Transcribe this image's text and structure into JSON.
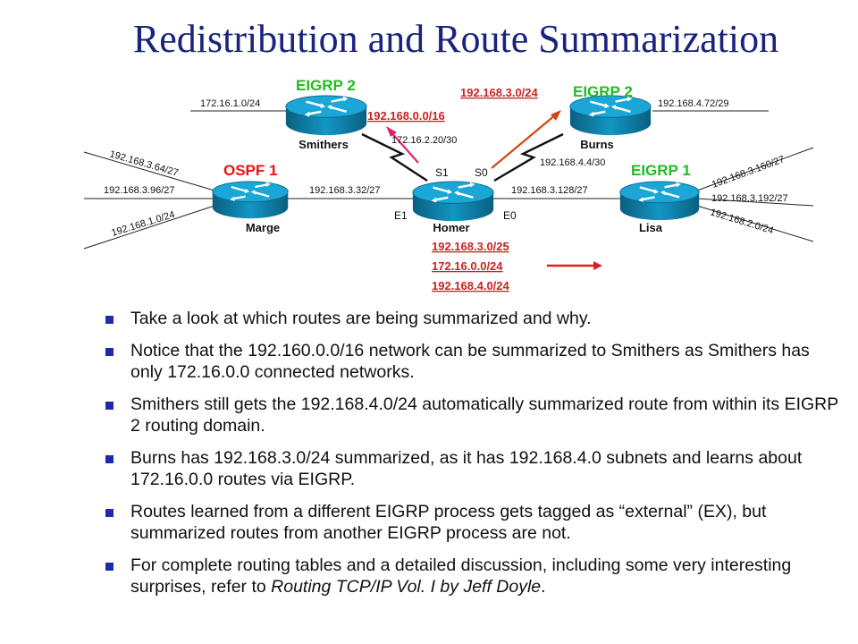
{
  "title": "Redistribution and Route Summarization",
  "routers": {
    "smithers": {
      "name": "Smithers",
      "domain": "EIGRP 2"
    },
    "burns": {
      "name": "Burns",
      "domain": "EIGRP 2"
    },
    "marge": {
      "name": "Marge",
      "domain": "OSPF 1"
    },
    "homer": {
      "name": "Homer"
    },
    "lisa": {
      "name": "Lisa",
      "domain": "EIGRP 1"
    }
  },
  "interfaces": {
    "s1": "S1",
    "s0": "S0",
    "e1": "E1",
    "e0": "E0"
  },
  "links": {
    "smithers_lan": "172.16.1.0/24",
    "smithers_wan": "172.16.2.20/30",
    "burns_lan": "192.168.4.72/29",
    "burns_wan": "192.168.4.4/30",
    "marge_lan1": "192.168.3.64/27",
    "marge_lan2": "192.168.3.96/27",
    "marge_lan3": "192.168.1.0/24",
    "marge_homer": "192.168.3.32/27",
    "homer_lisa": "192.168.3.128/27",
    "lisa_lan1": "192.168.3.160/27",
    "lisa_lan2": "192.168.3.192/27",
    "lisa_lan3": "192.168.2.0/24"
  },
  "summaries": {
    "to_smithers": "192.168.0.0/16",
    "to_burns": "192.168.3.0/24",
    "to_lisa": [
      "192.168.3.0/25",
      "172.16.0.0/24",
      "192.168.4.0/24"
    ]
  },
  "colors": {
    "title": "#1a237e",
    "eigrp": "#22bb22",
    "ospf": "#ee1111",
    "summary": "#cc2222",
    "arrow_smithers": "#e8206a",
    "arrow_burns": "#d04818",
    "arrow_lisa": "#e02020",
    "router": "#0e7ea6",
    "bullet": "#1f2aa8"
  },
  "bullets": [
    {
      "text": "Take a look at which routes are being summarized and why."
    },
    {
      "text": "Notice that the 192.160.0.0/16 network can be summarized to Smithers as Smithers has only 172.16.0.0 connected networks."
    },
    {
      "text": "Smithers still gets the 192.168.4.0/24 automatically summarized route from within its EIGRP 2 routing domain."
    },
    {
      "text": "Burns has 192.168.3.0/24 summarized, as it has 192.168.4.0 subnets and learns about 172.16.0.0 routes via EIGRP."
    },
    {
      "text": "Routes learned from a different EIGRP process gets tagged as “external” (EX), but summarized routes from another EIGRP process are not."
    },
    {
      "text": "For complete routing tables and a detailed discussion, including some very interesting surprises, refer to ",
      "italic": "Routing TCP/IP Vol. I by Jeff Doyle",
      "after": "."
    }
  ]
}
